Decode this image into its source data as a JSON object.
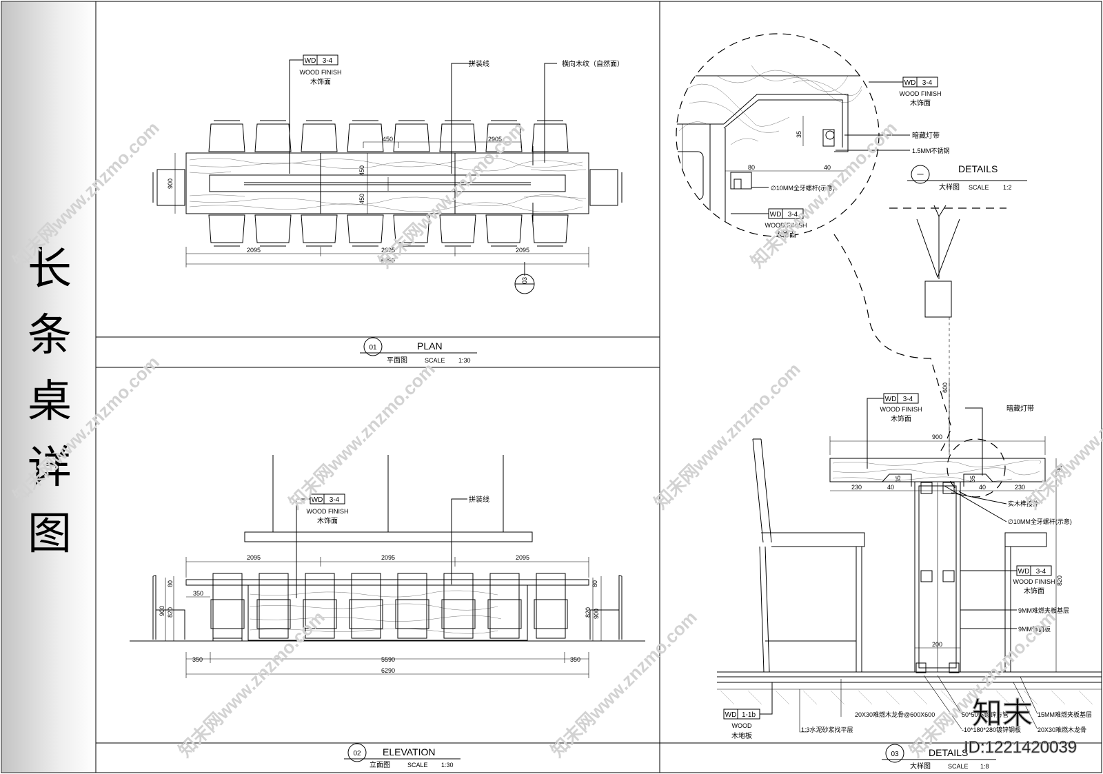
{
  "sidebar": {
    "title_chars": [
      "长",
      "条",
      "桌",
      "详",
      "图"
    ]
  },
  "plan": {
    "number": "01",
    "title_en": "PLAN",
    "title_cn": "平面图",
    "scale_label": "SCALE",
    "scale_value": "1:30",
    "tag_code": "WD",
    "tag_num": "3-4",
    "tag_en": "WOOD FINISH",
    "tag_cn": "木饰面",
    "note_joint": "拼装线",
    "note_grain": "横向木纹（自然面）",
    "dims": {
      "d2905": "2905",
      "d450a": "450",
      "d450b": "450",
      "d450c": "450",
      "d900": "900",
      "s1": "2095",
      "s2": "2095",
      "s3": "2095",
      "total": "6290"
    },
    "section_mark": "03"
  },
  "elevation": {
    "number": "02",
    "title_en": "ELEVATION",
    "title_cn": "立面图",
    "scale_label": "SCALE",
    "scale_value": "1:30",
    "tag_code": "WD",
    "tag_num": "3-4",
    "tag_en": "WOOD FINISH",
    "tag_cn": "木饰面",
    "note_joint": "拼装线",
    "dims": {
      "t1": "2095",
      "t2": "2095",
      "t3": "2095",
      "d350l": "350",
      "d900l": "900",
      "d820l": "820",
      "d80l": "80",
      "d80r": "80",
      "d900r": "900",
      "d820r": "820",
      "b350l": "350",
      "b5590": "5590",
      "b350r": "350",
      "total": "6290"
    }
  },
  "detail_top": {
    "number": "一",
    "title_en": "DETAILS",
    "title_cn": "大样图",
    "scale_label": "SCALE",
    "scale_value": "1:2",
    "tag1": {
      "code": "WD",
      "num": "3-4",
      "en": "WOOD FINISH",
      "cn": "木饰面"
    },
    "tag2": {
      "code": "WD",
      "num": "3-4",
      "en": "WOOD FINISH",
      "cn": "木饰面"
    },
    "note_led": "暗藏灯带",
    "note_steel": "1.5MM不锈钢",
    "note_rod": "∅10MM全牙螺杆(示意)",
    "dims": {
      "d35": "35",
      "d80": "80",
      "d40": "40"
    }
  },
  "detail_bottom": {
    "number": "03",
    "title_en": "DETAILS",
    "title_cn": "大样图",
    "scale_label": "SCALE",
    "scale_value": "1:8",
    "tag_top": {
      "code": "WD",
      "num": "3-4",
      "en": "WOOD FINISH",
      "cn": "木饰面"
    },
    "tag_side": {
      "code": "WD",
      "num": "3-4",
      "en": "WOOD FINISH",
      "cn": "木饰面"
    },
    "tag_floor": {
      "code": "WD",
      "num": "1-1b",
      "en": "WOOD",
      "cn": "木地板"
    },
    "notes": {
      "led": "暗藏灯带",
      "tenon": "实木榫接件",
      "rod": "∅10MM全牙螺杆(示意)",
      "board9": "9MM难燃夹板基层",
      "panel9": "9MM饰面板",
      "keel": "20X30难燃木龙骨@600X600",
      "steel_tube": "50*50*5镀锌方管",
      "steel_plate": "-10*180*280镀锌钢板",
      "board15": "15MM难燃夹板基层",
      "keel2": "20X30难燃木龙骨",
      "mortar": "1:3水泥砂浆找平层"
    },
    "dims": {
      "d600": "600",
      "d900": "900",
      "d80": "80",
      "d35a": "35",
      "d35b": "35",
      "d230a": "230",
      "d40a": "40",
      "d40b": "40",
      "d230b": "230",
      "d820": "820",
      "d200": "200"
    }
  },
  "watermark": {
    "text": "知末网www.znzmo.com",
    "logo": "知末",
    "id_label": "ID:1221420039"
  }
}
